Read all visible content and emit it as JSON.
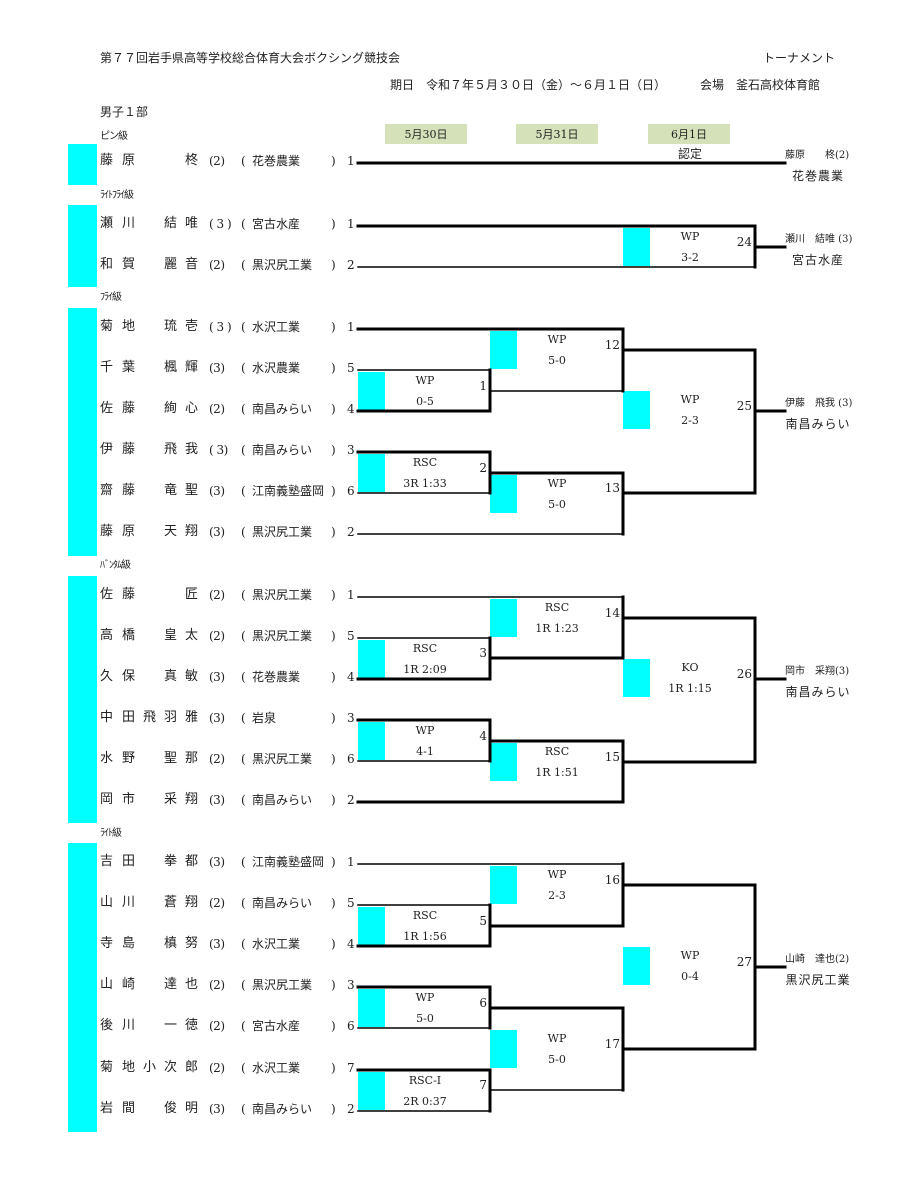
{
  "header": {
    "title": "第７７回岩手県高等学校総合体育大会ボクシング競技会",
    "doc_type": "トーナメント",
    "date_line": "期日　令和７年５月３０日（金）～６月１日（日）",
    "venue_line": "会場　釜石高校体育館",
    "division": "男子１部",
    "days": [
      "5月30日",
      "5月31日",
      "6月1日"
    ]
  },
  "colors": {
    "highlight": "#00ffff",
    "day_header": "#d5e1b8"
  },
  "classes": [
    {
      "name": "ピン級",
      "note": "認定",
      "entries": [
        {
          "family": "藤原",
          "given": "柊",
          "grade": "(2)",
          "school": "花巻農業",
          "seed": "1"
        }
      ],
      "bouts": [],
      "winner": {
        "name": "藤原　　柊(2)",
        "school": "花巻農業"
      }
    },
    {
      "name": "ﾗｲﾄﾌﾗｲ級",
      "entries": [
        {
          "family": "瀬川",
          "given": "結唯",
          "grade": "( 3 )",
          "school": "宮古水産",
          "seed": "1"
        },
        {
          "family": "和賀",
          "given": "麗音",
          "grade": "(2)",
          "school": "黒沢尻工業",
          "seed": "2"
        }
      ],
      "bouts": [
        {
          "no": "24",
          "result": "WP",
          "detail": "3-2"
        }
      ],
      "winner": {
        "name": "瀬川　結唯 (3)",
        "school": "宮古水産"
      }
    },
    {
      "name": "ﾌﾗｲ級",
      "entries": [
        {
          "family": "菊地",
          "given": "琉壱",
          "grade": "( 3 )",
          "school": "水沢工業",
          "seed": "1"
        },
        {
          "family": "千葉",
          "given": "楓輝",
          "grade": "(3)",
          "school": "水沢農業",
          "seed": "5"
        },
        {
          "family": "佐藤",
          "given": "絢心",
          "grade": "(2)",
          "school": "南昌みらい",
          "seed": "4"
        },
        {
          "family": "伊藤",
          "given": "飛我",
          "grade": "( 3)",
          "school": "南昌みらい",
          "seed": "3"
        },
        {
          "family": "齋藤",
          "given": "竜聖",
          "grade": "(3)",
          "school": "江南義塾盛岡",
          "seed": "6"
        },
        {
          "family": "藤原",
          "given": "天翔",
          "grade": "(3)",
          "school": "黒沢尻工業",
          "seed": "2"
        }
      ],
      "bouts": [
        {
          "no": "1",
          "result": "WP",
          "detail": "0-5"
        },
        {
          "no": "2",
          "result": "RSC",
          "detail": "3R 1:33"
        },
        {
          "no": "12",
          "result": "WP",
          "detail": "5-0"
        },
        {
          "no": "13",
          "result": "WP",
          "detail": "5-0"
        },
        {
          "no": "25",
          "result": "WP",
          "detail": "2-3"
        }
      ],
      "winner": {
        "name": "伊藤　飛我 (3)",
        "school": "南昌みらい"
      }
    },
    {
      "name": "ﾊﾞﾝﾀﾑ級",
      "entries": [
        {
          "family": "佐藤",
          "given": "匠",
          "grade": "(2)",
          "school": "黒沢尻工業",
          "seed": "1"
        },
        {
          "family": "高橋",
          "given": "皇太",
          "grade": "(2)",
          "school": "黒沢尻工業",
          "seed": "5"
        },
        {
          "family": "久保",
          "given": "真敏",
          "grade": "(3)",
          "school": "花巻農業",
          "seed": "4"
        },
        {
          "family": "中田",
          "given": "飛羽雅",
          "grade": "(3)",
          "school": "岩泉",
          "seed": "3"
        },
        {
          "family": "水野",
          "given": "聖那",
          "grade": "(2)",
          "school": "黒沢尻工業",
          "seed": "6"
        },
        {
          "family": "岡市",
          "given": "采翔",
          "grade": "(3)",
          "school": "南昌みらい",
          "seed": "2"
        }
      ],
      "bouts": [
        {
          "no": "3",
          "result": "RSC",
          "detail": "1R 2:09"
        },
        {
          "no": "4",
          "result": "WP",
          "detail": "4-1"
        },
        {
          "no": "14",
          "result": "RSC",
          "detail": "1R 1:23"
        },
        {
          "no": "15",
          "result": "RSC",
          "detail": "1R 1:51"
        },
        {
          "no": "26",
          "result": "KO",
          "detail": "1R 1:15"
        }
      ],
      "winner": {
        "name": "岡市　采翔(3)",
        "school": "南昌みらい"
      }
    },
    {
      "name": "ﾗｲﾄ級",
      "entries": [
        {
          "family": "吉田",
          "given": "拳都",
          "grade": "(3)",
          "school": "江南義塾盛岡",
          "seed": "1"
        },
        {
          "family": "山川",
          "given": "蒼翔",
          "grade": "(2)",
          "school": "南昌みらい",
          "seed": "5"
        },
        {
          "family": "寺島",
          "given": "槙努",
          "grade": "(3)",
          "school": "水沢工業",
          "seed": "4"
        },
        {
          "family": "山崎",
          "given": "達也",
          "grade": "(2)",
          "school": "黒沢尻工業",
          "seed": "3"
        },
        {
          "family": "後川",
          "given": "一徳",
          "grade": "(2)",
          "school": "宮古水産",
          "seed": "6"
        },
        {
          "family": "菊地",
          "given": "小次郎",
          "grade": "(2)",
          "school": "水沢工業",
          "seed": "7"
        },
        {
          "family": "岩間",
          "given": "俊明",
          "grade": "(3)",
          "school": "南昌みらい",
          "seed": "2"
        }
      ],
      "bouts": [
        {
          "no": "5",
          "result": "RSC",
          "detail": "1R 1:56"
        },
        {
          "no": "6",
          "result": "WP",
          "detail": "5-0"
        },
        {
          "no": "7",
          "result": "RSC-I",
          "detail": "2R 0:37"
        },
        {
          "no": "16",
          "result": "WP",
          "detail": "2-3"
        },
        {
          "no": "17",
          "result": "WP",
          "detail": "5-0"
        },
        {
          "no": "27",
          "result": "WP",
          "detail": "0-4"
        }
      ],
      "winner": {
        "name": "山崎　達也(2)",
        "school": "黒沢尻工業"
      }
    }
  ]
}
